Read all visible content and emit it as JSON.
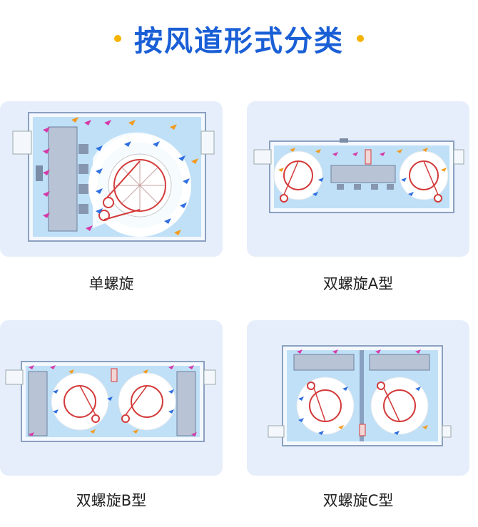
{
  "heading": {
    "title": "按风道形式分类"
  },
  "colors": {
    "title": "#1a5fd6",
    "dot": "#f5b400",
    "card": "#e6eefb",
    "arrowBlue": "#2f6fe0",
    "arrowMagenta": "#d63aa8",
    "arrowOrange": "#f39a1e",
    "scroll": "#d43a3a"
  },
  "cards": [
    {
      "caption": "单螺旋"
    },
    {
      "caption": "双螺旋A型"
    },
    {
      "caption": "双螺旋B型"
    },
    {
      "caption": "双螺旋C型"
    }
  ]
}
